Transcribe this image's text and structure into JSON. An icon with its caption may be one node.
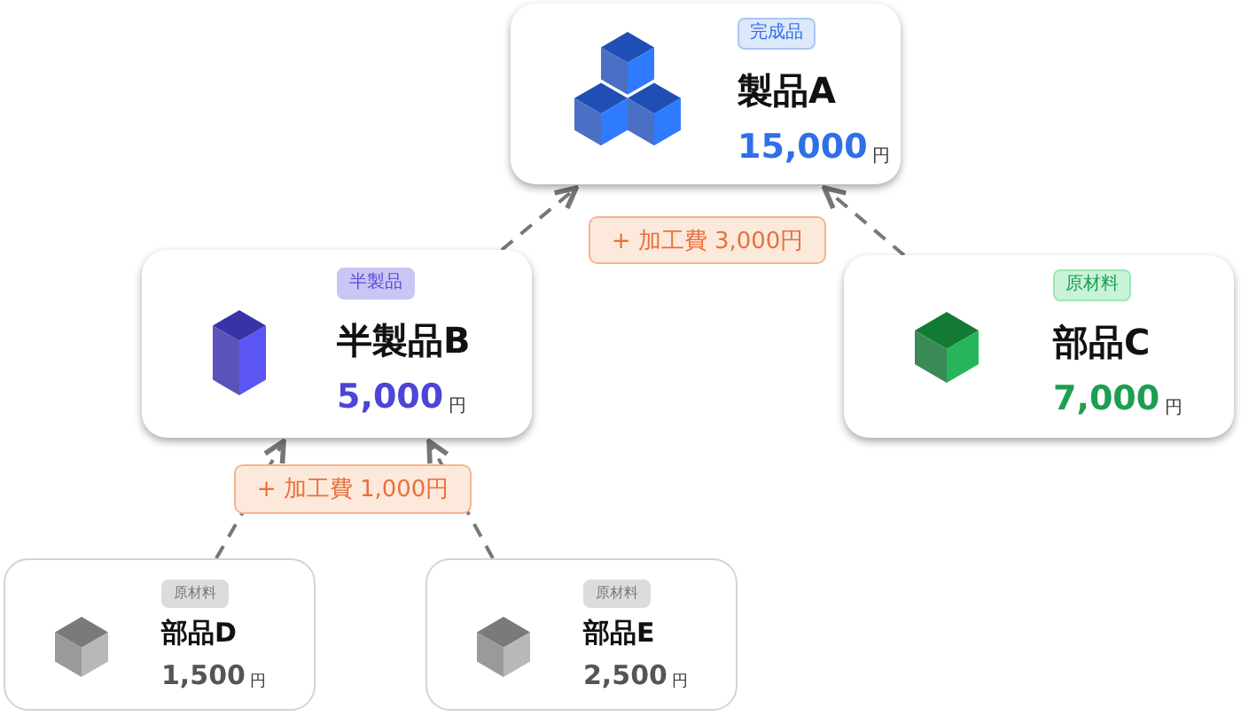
{
  "diagram": {
    "nodes": [
      {
        "text": [
          "完成品",
          "製品A",
          "15,000",
          "円"
        ]
      },
      {
        "text": [
          "半製品",
          "半製品B",
          "5,000",
          "円"
        ]
      },
      {
        "text": [
          "原材料",
          "部品C",
          "7,000",
          "円"
        ]
      },
      {
        "text": [
          "原材料",
          "部品D",
          "1,500",
          "円"
        ]
      },
      {
        "text": [
          "原材料",
          "部品E",
          "2,500",
          "円"
        ]
      }
    ],
    "edges": [
      {
        "from": 1,
        "to": 0,
        "arrow": "to",
        "style": "dashed"
      },
      {
        "from": 2,
        "to": 0,
        "arrow": "to",
        "style": "dashed"
      },
      {
        "from": 3,
        "to": 1,
        "arrow": "to",
        "style": "dashed"
      },
      {
        "from": 4,
        "to": 1,
        "arrow": "to",
        "style": "dashed"
      }
    ],
    "labels": [
      "+ 加工費 3,000円",
      "+ 加工費 1,000円"
    ]
  }
}
